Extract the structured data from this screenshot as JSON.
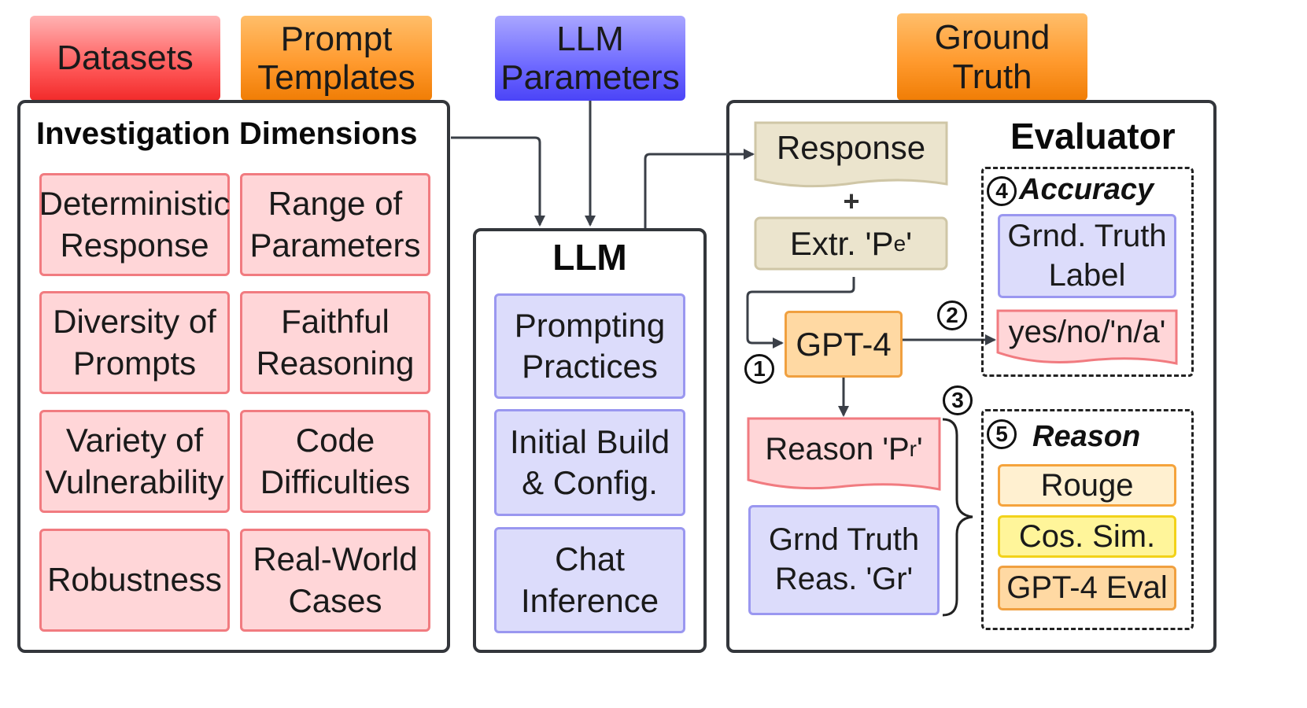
{
  "inputs": {
    "datasets": "Datasets",
    "prompt_templates": [
      "Prompt",
      "Templates"
    ],
    "llm_parameters": [
      "LLM",
      "Parameters"
    ],
    "ground_truth": [
      "Ground",
      "Truth"
    ]
  },
  "investigation": {
    "title": "Investigation Dimensions",
    "cells": [
      [
        "Deterministic",
        "Response"
      ],
      [
        "Range of",
        "Parameters"
      ],
      [
        "Diversity of",
        "Prompts"
      ],
      [
        "Faithful",
        "Reasoning"
      ],
      [
        "Variety of",
        "Vulnerability"
      ],
      [
        "Code",
        "Difficulties"
      ],
      [
        "Robustness"
      ],
      [
        "Real-World",
        "Cases"
      ]
    ]
  },
  "llm": {
    "title": "LLM",
    "cells": [
      [
        "Prompting",
        "Practices"
      ],
      [
        "Initial Build",
        "& Config."
      ],
      [
        "Chat",
        "Inference"
      ]
    ]
  },
  "evaluator": {
    "title": "Evaluator",
    "response": "Response",
    "plus": "+",
    "extr_prefix": "Extr. 'P",
    "extr_sub": "e",
    "extr_suffix": "'",
    "gpt4": "GPT-4",
    "reason_prefix": "Reason 'P",
    "reason_sub": "r",
    "reason_suffix": "'",
    "grnd_truth_reas": [
      "Grnd Truth",
      "Reas. 'Gr'"
    ],
    "accuracy": {
      "number": "4",
      "label": "Accuracy",
      "grnd_truth_label": [
        "Grnd. Truth",
        "Label"
      ],
      "yes_no_na": "yes/no/'n/a'"
    },
    "reason_group": {
      "number": "5",
      "label": "Reason",
      "metrics": [
        "Rouge",
        "Cos. Sim.",
        "GPT-4 Eval"
      ]
    },
    "step_numbers": {
      "one": "1",
      "two": "2",
      "three": "3"
    }
  },
  "colors": {
    "red_tag": "#f22a2a",
    "orange_tag": "#f07d05",
    "blue_tag": "#4b44f7",
    "dim_fill": "#ffd6d8",
    "llm_fill": "#dcdcfb",
    "beige_fill": "#ebe4cd",
    "gpt4_fill": "#ffd9a3"
  }
}
